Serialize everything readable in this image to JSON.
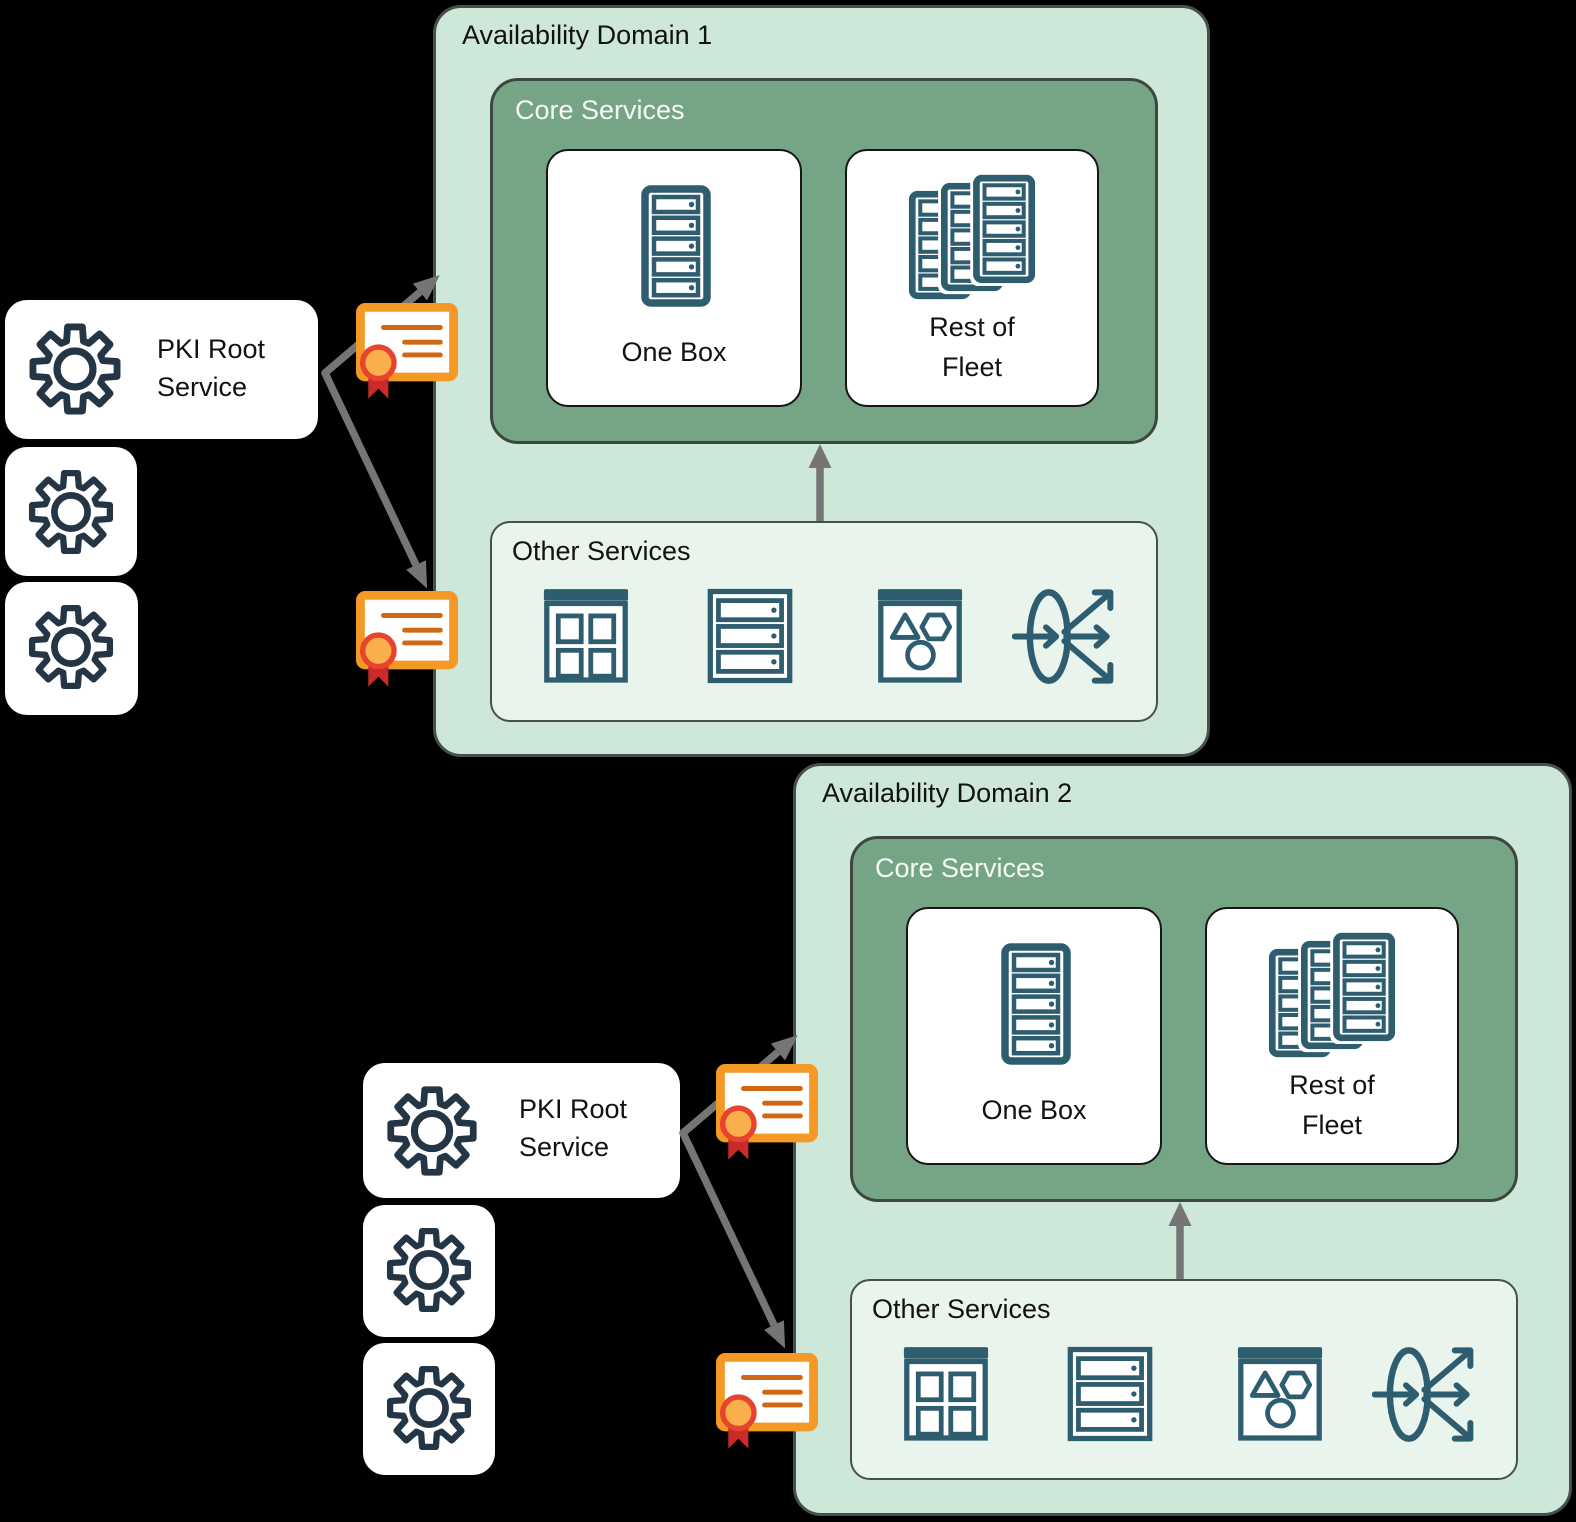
{
  "diagram": {
    "background": "#000000",
    "palette": {
      "domain_fill": "#cde7d8",
      "domain_border": "#47504b",
      "core_fill": "#76a585",
      "core_title_color": "#f6faf7",
      "other_fill": "#e8f4ec",
      "card_fill": "#ffffff",
      "icon_teal": "#2e5d70",
      "gear_navy": "#243645",
      "arrow_gray": "#757575",
      "certificate_orange": "#f49926",
      "certificate_line_orange": "#d16710",
      "medal_fill": "#f9b04c",
      "medal_ring": "#e8432e",
      "ribbon_red": "#c82b28",
      "text_color": "#121212"
    }
  },
  "domains": [
    {
      "title": "Availability Domain 1",
      "core": {
        "title": "Core Services",
        "one_box": {
          "label": "One Box",
          "icon": "server-rack-icon"
        },
        "fleet": {
          "label_line1": "Rest of",
          "label_line2": "Fleet",
          "icon": "server-fleet-icon"
        }
      },
      "other": {
        "title": "Other Services",
        "icons": [
          "app-window-icon",
          "server-stack-icon",
          "shapes-box-icon",
          "load-balancer-icon"
        ]
      }
    },
    {
      "title": "Availability Domain 2",
      "core": {
        "title": "Core Services",
        "one_box": {
          "label": "One Box",
          "icon": "server-rack-icon"
        },
        "fleet": {
          "label_line1": "Rest of",
          "label_line2": "Fleet",
          "icon": "server-fleet-icon"
        }
      },
      "other": {
        "title": "Other Services",
        "icons": [
          "app-window-icon",
          "server-stack-icon",
          "shapes-box-icon",
          "load-balancer-icon"
        ]
      }
    }
  ],
  "pki": [
    {
      "label_line1": "PKI Root",
      "label_line2": "Service",
      "node_icons": [
        "gear-icon",
        "gear-icon",
        "gear-icon"
      ],
      "certificate_icons": [
        "certificate-icon",
        "certificate-icon"
      ]
    },
    {
      "label_line1": "PKI Root",
      "label_line2": "Service",
      "node_icons": [
        "gear-icon",
        "gear-icon",
        "gear-icon"
      ],
      "certificate_icons": [
        "certificate-icon",
        "certificate-icon"
      ]
    }
  ],
  "connections": [
    {
      "from": "pki-root-service-1",
      "to": "availability-domain-1",
      "style": "gray-arrow-with-certificate"
    },
    {
      "from": "pki-root-service-1",
      "to": "certificate-2",
      "style": "gray-arrow-with-certificate"
    },
    {
      "from": "other-services-1",
      "to": "core-services-1",
      "style": "gray-up-arrow"
    },
    {
      "from": "pki-root-service-2",
      "to": "availability-domain-2",
      "style": "gray-arrow-with-certificate"
    },
    {
      "from": "pki-root-service-2",
      "to": "certificate-4",
      "style": "gray-arrow-with-certificate"
    },
    {
      "from": "other-services-2",
      "to": "core-services-2",
      "style": "gray-up-arrow"
    }
  ]
}
